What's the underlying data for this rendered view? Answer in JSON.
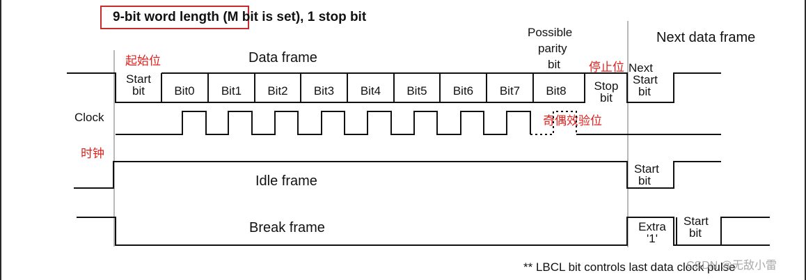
{
  "title": {
    "highlight": "9-bit word length",
    "rest": " (M bit is set), 1 stop bit"
  },
  "headers": {
    "data_frame": "Data frame",
    "possible_parity": [
      "Possible",
      "parity",
      "bit"
    ],
    "next_data_frame": "Next data frame"
  },
  "data_cells": [
    {
      "lines": [
        "Start",
        "bit"
      ]
    },
    {
      "lines": [
        "Bit0"
      ]
    },
    {
      "lines": [
        "Bit1"
      ]
    },
    {
      "lines": [
        "Bit2"
      ]
    },
    {
      "lines": [
        "Bit3"
      ]
    },
    {
      "lines": [
        "Bit4"
      ]
    },
    {
      "lines": [
        "Bit5"
      ]
    },
    {
      "lines": [
        "Bit6"
      ]
    },
    {
      "lines": [
        "Bit7"
      ]
    },
    {
      "lines": [
        "Bit8"
      ]
    },
    {
      "lines": [
        "Stop",
        "bit"
      ]
    }
  ],
  "next_start": [
    "Next",
    "Start",
    "bit"
  ],
  "clock_label": "Clock",
  "idle": {
    "label": "Idle frame",
    "start": [
      "Start",
      "bit"
    ]
  },
  "break": {
    "label": "Break frame",
    "extra": [
      "Extra",
      "'1'"
    ],
    "start": [
      "Start",
      "bit"
    ]
  },
  "footnote": "** LBCL bit controls last data clock pulse",
  "annotations": {
    "start_bit_cn": "起始位",
    "stop_bit_cn": "停止位",
    "parity_bit_cn": "奇偶效验位",
    "clock_cn": "时钟"
  },
  "watermark": "CSDN @无敌小雷",
  "colors": {
    "annotation": "#e0201c",
    "title_box": "#c8292a",
    "guide_line": "#b8b8b8",
    "ink": "#111111"
  }
}
